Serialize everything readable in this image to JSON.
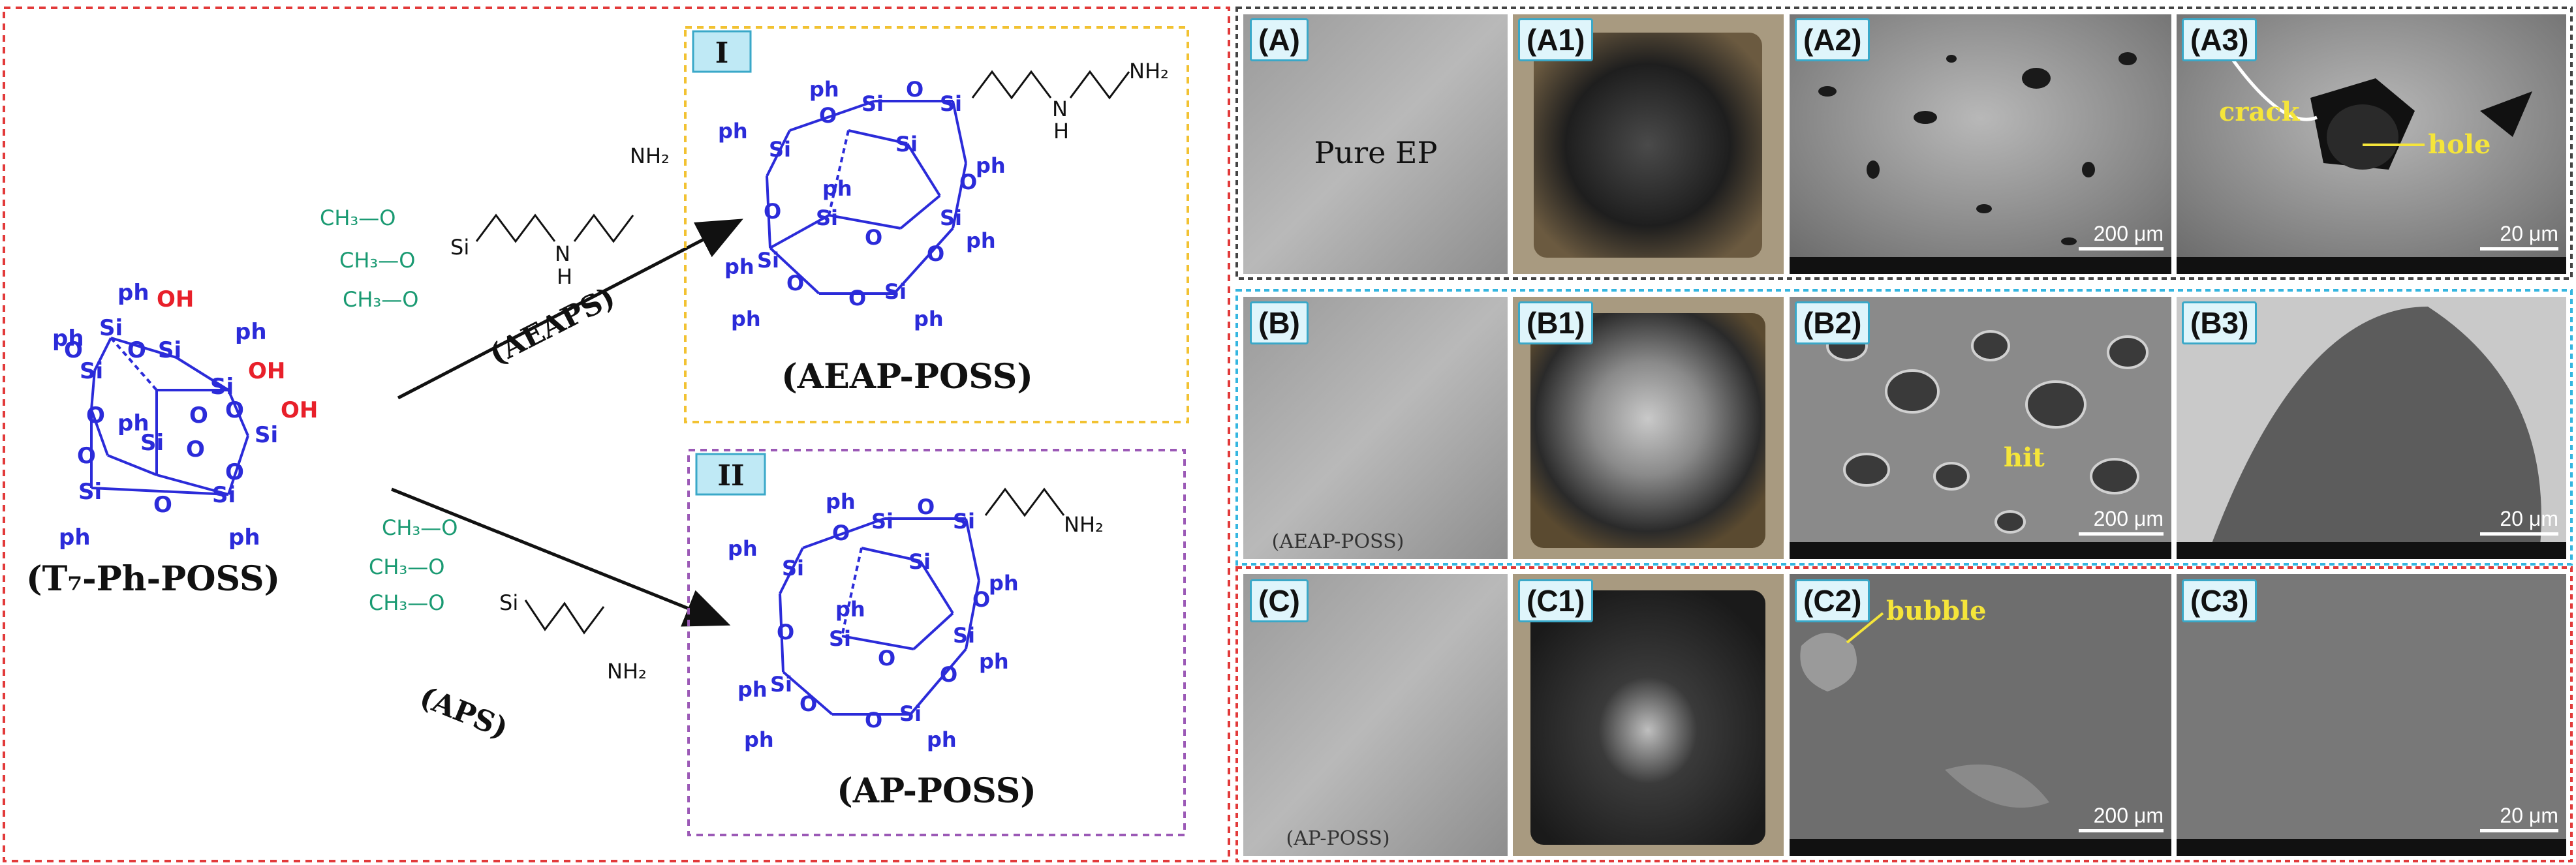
{
  "scheme": {
    "reactant": "(T₇-Ph-POSS)",
    "route1": {
      "reagent": "(AEAPS)",
      "product": "(AEAP-POSS)",
      "box_label": "I"
    },
    "route2": {
      "reagent": "(APS)",
      "product": "(AP-POSS)",
      "box_label": "II"
    },
    "atoms": {
      "si": "Si",
      "o": "O",
      "ph": "ph",
      "oh": "OH",
      "ch3o": "CH₃—O",
      "nh": "N",
      "h": "H",
      "nh2": "NH₂"
    }
  },
  "panels": {
    "A": "(A)",
    "A1": "(A1)",
    "A2": "(A2)",
    "A3": "(A3)",
    "B": "(B)",
    "B1": "(B1)",
    "B2": "(B2)",
    "B3": "(B3)",
    "C": "(C)",
    "C1": "(C1)",
    "C2": "(C2)",
    "C3": "(C3)"
  },
  "annotations": {
    "pure_ep": "Pure EP",
    "crack": "crack",
    "hole": "hole",
    "hit": "hit",
    "bubble": "bubble",
    "aeap_poss_small": "(AEAP-POSS)",
    "ap_poss_small": "(AP-POSS)"
  },
  "scales": {
    "s200": "200 μm",
    "s20": "20 μm"
  },
  "colors": {
    "silicon_cage": "#2b2bd9",
    "hydroxyl": "#e8202a",
    "methoxy": "#1a9a72",
    "frame_left": "#e23a3a",
    "box_I": "#f2c232",
    "box_II": "#9b59b6",
    "row_A": "#444444",
    "row_B": "#35b6e0",
    "row_C": "#e23a3a"
  }
}
